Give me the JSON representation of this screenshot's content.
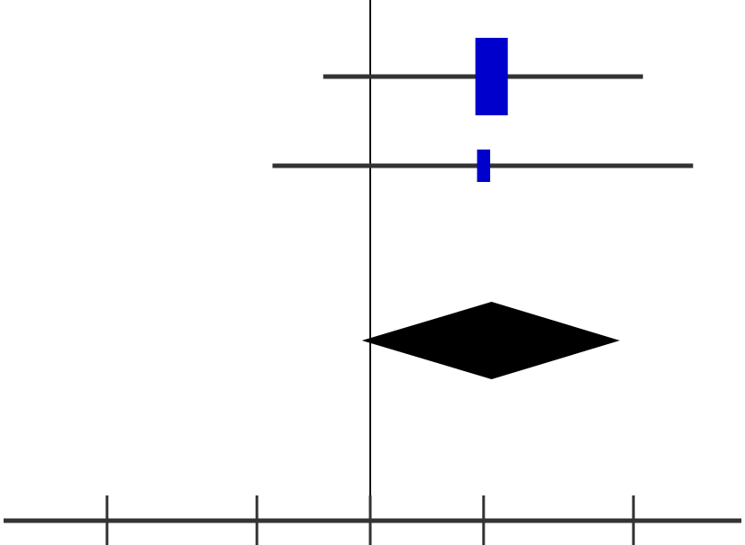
{
  "chart_data": {
    "type": "forest",
    "title": "",
    "xlabel": "",
    "ylabel": "",
    "x_scale": "log",
    "null_value": 1,
    "xlim": [
      0.1,
      10
    ],
    "ticks": [
      0.1,
      0.2,
      0.5,
      1,
      2,
      5,
      10
    ],
    "visible_ticks": [
      0.2,
      0.5,
      1,
      2,
      5
    ],
    "studies": [
      {
        "point": 2.1,
        "ci_low": 0.75,
        "ci_high": 5.3,
        "weight": 86
      },
      {
        "point": 2.0,
        "ci_low": 0.55,
        "ci_high": 7.2,
        "weight": 14
      }
    ],
    "pooled": {
      "point": 2.1,
      "ci_low": 0.95,
      "ci_high": 4.6
    },
    "colors": {
      "study_marker": "#0000cc",
      "pooled_marker": "#000000",
      "ci_line": "#333333",
      "axis": "#333333",
      "reference_line": "#111111"
    }
  }
}
